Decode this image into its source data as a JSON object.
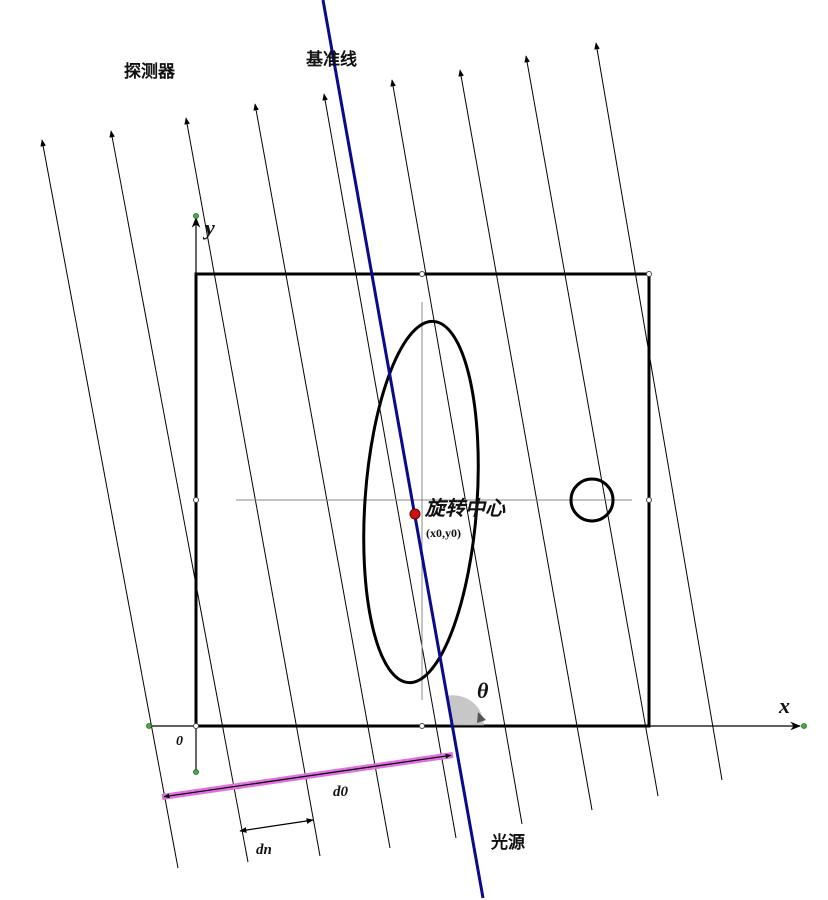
{
  "labels": {
    "detector": "探测器",
    "baseline": "基准线",
    "source": "光源",
    "rotation_center": "旋转中心",
    "center_coords": "(x0,y0)",
    "theta": "θ",
    "axis_x": "x",
    "axis_y": "y",
    "origin": "0",
    "d0": "d0",
    "dn": "dn"
  },
  "colors": {
    "baseline": "#0a0a8c",
    "rotation_center": "#d01010",
    "d0_arrow": "#e070e0",
    "rays": "#000000",
    "angle_arc": "#b8b8b8"
  }
}
